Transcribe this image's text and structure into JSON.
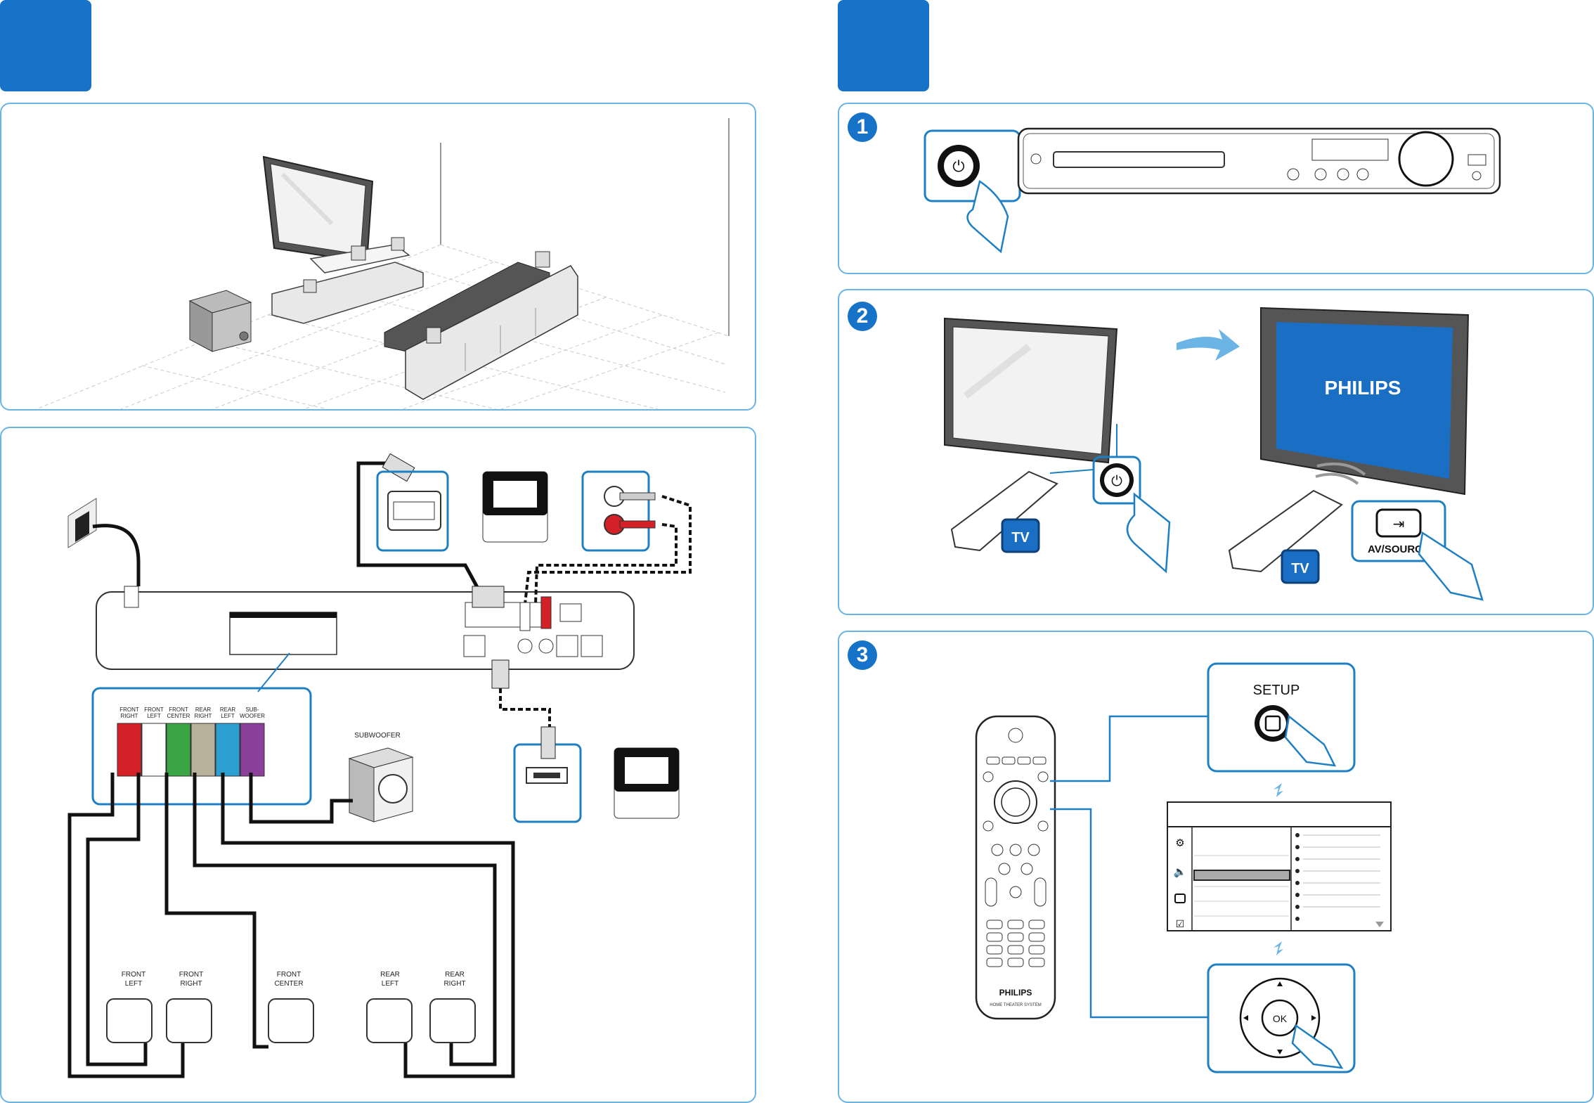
{
  "speaker_labels": {
    "front_right": [
      "FRONT",
      "RIGHT"
    ],
    "front_left": [
      "FRONT",
      "LEFT"
    ],
    "front_center": [
      "FRONT",
      "CENTER"
    ],
    "rear_right": [
      "REAR",
      "RIGHT"
    ],
    "rear_left": [
      "REAR",
      "LEFT"
    ],
    "sub_woofer": [
      "SUB-",
      "WOOFER"
    ]
  },
  "subwoofer_label": "SUBWOOFER",
  "floor_labels": {
    "front_left": [
      "FRONT",
      "LEFT"
    ],
    "front_right": [
      "FRONT",
      "RIGHT"
    ],
    "front_center": [
      "FRONT",
      "CENTER"
    ],
    "rear_left": [
      "REAR",
      "LEFT"
    ],
    "rear_right": [
      "REAR",
      "RIGHT"
    ]
  },
  "steps": [
    "1",
    "2",
    "3"
  ],
  "tv_button_label": "TV",
  "av_source_label": "AV/SOURCE",
  "tv_brand": "PHILIPS",
  "setup_label": "SETUP",
  "ok_label": "OK",
  "remote_brand": "PHILIPS",
  "remote_subtitle": "HOME THEATER SYSTEM",
  "colors": {
    "accent": "#1673c8",
    "panel_border": "#6ab4e6",
    "tv_screen": "#1a6fc4",
    "front_right": "#d42027",
    "front_left": "#ffffff",
    "front_center": "#3aa544",
    "rear_right": "#b8b29a",
    "rear_left": "#2d9fd0",
    "sub_woofer": "#8a3f9b"
  }
}
